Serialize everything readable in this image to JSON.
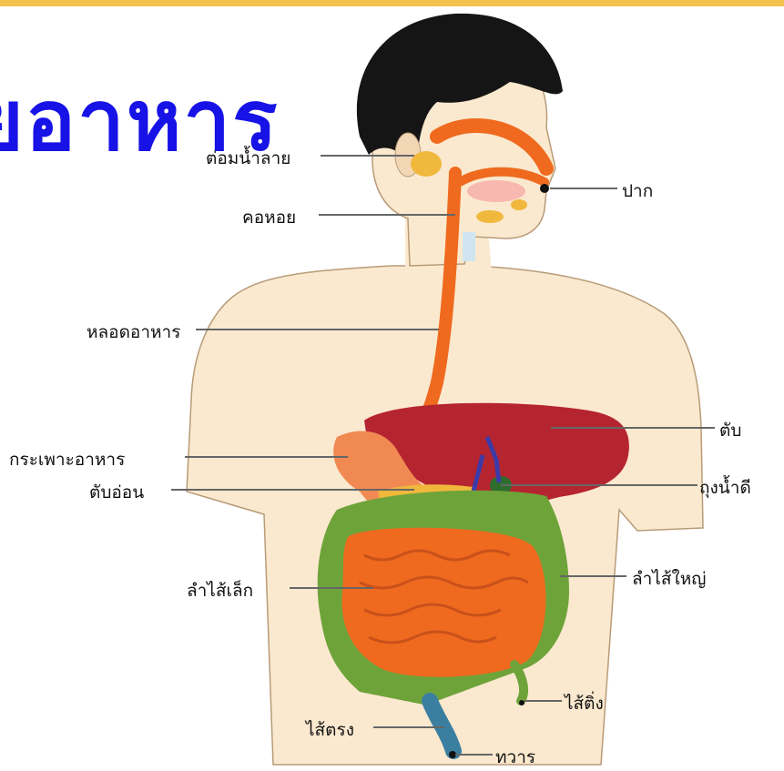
{
  "slide": {
    "title": "ระบบย่อยอาหาร",
    "title_visible": "ยอาหาร",
    "accent_color": "#1712e6",
    "top_bar_color": "#f2c24a"
  },
  "diagram": {
    "labels": {
      "salivary_gland": "ต่อมน้ำลาย",
      "mouth": "ปาก",
      "pharynx": "คอหอย",
      "esophagus": "หลอดอาหาร",
      "liver": "ตับ",
      "stomach": "กระเพาะอาหาร",
      "pancreas": "ตับอ่อน",
      "gallbladder": "ถุงน้ำดี",
      "small_intestine": "ลำไส้เล็ก",
      "large_intestine": "ลำไส้ใหญ่",
      "appendix": "ไส้ติ่ง",
      "rectum": "ไส้ตรง",
      "anus": "ทวาร"
    },
    "colors": {
      "skin": "#fbe9cf",
      "hair": "#151515",
      "tract": "#ef6a1e",
      "liver": "#b52530",
      "colon": "#6ea33a",
      "rectum": "#3b7fa0"
    }
  }
}
